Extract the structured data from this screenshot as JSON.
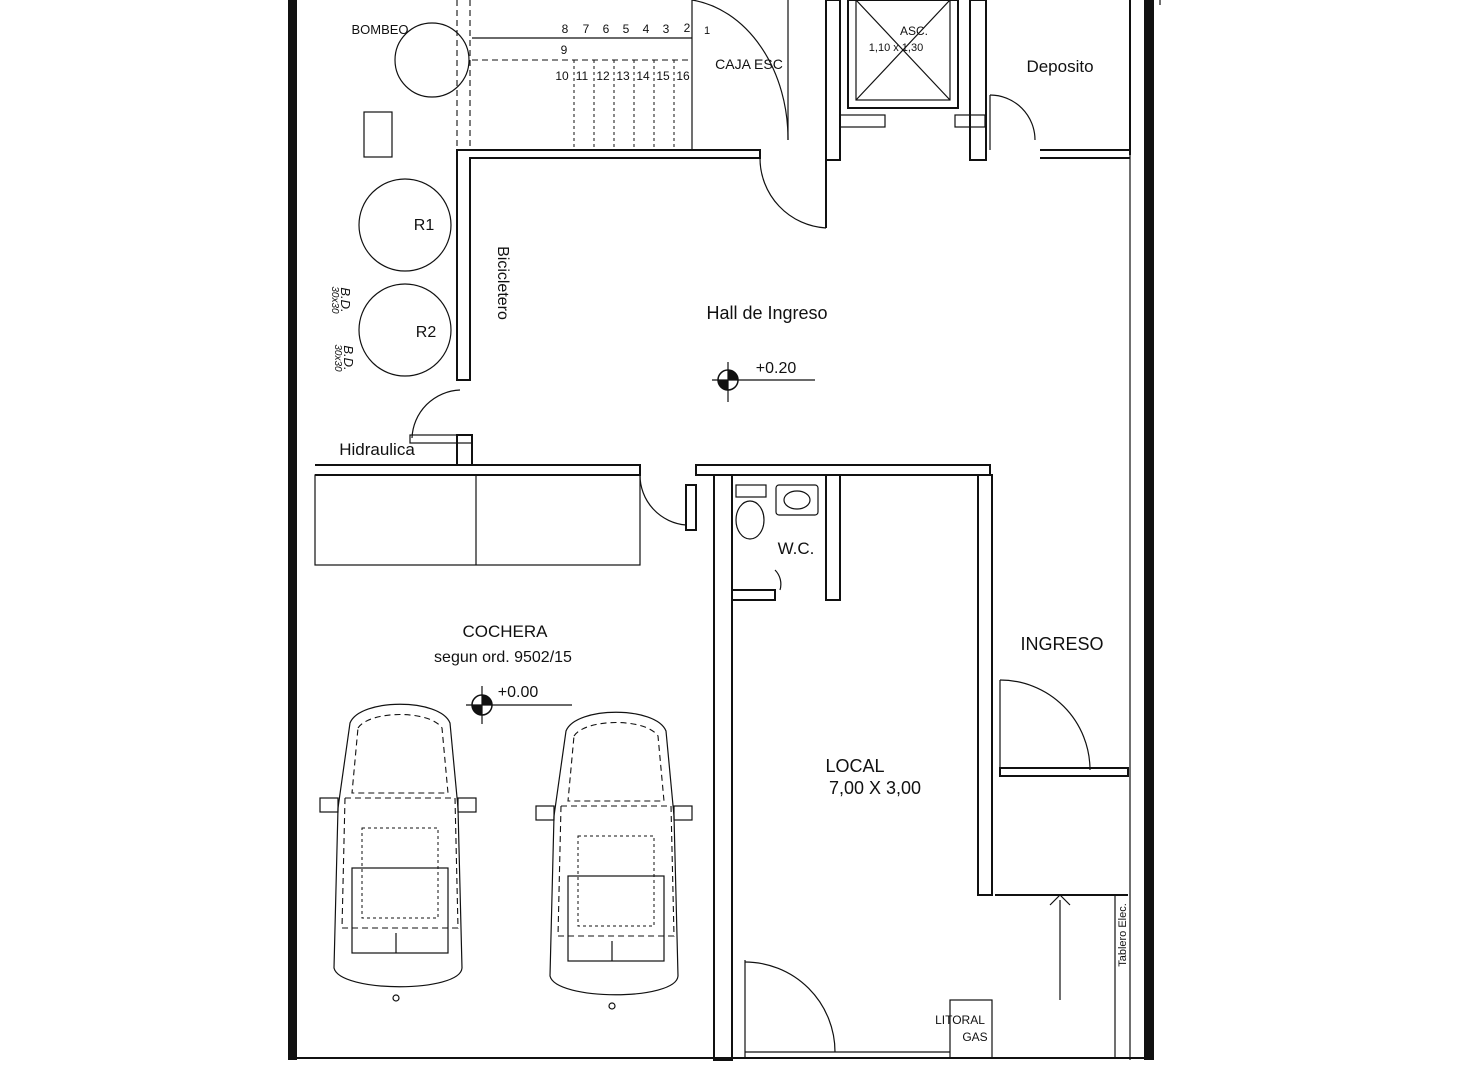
{
  "rooms": {
    "bombeo": "BOMBEO",
    "caja_esc": "CAJA ESC",
    "asc_title": "ASC.",
    "asc_size": "1,10 x 1,30",
    "deposito": "Deposito",
    "bicicletero": "Bicicletero",
    "hall": "Hall de Ingreso",
    "hidraulica": "Hidraulica",
    "wc": "W.C.",
    "ingreso": "INGRESO",
    "cochera": "COCHERA",
    "cochera_note": "segun ord. 9502/15",
    "local": "LOCAL",
    "local_size": "7,00 X 3,00",
    "tablero": "Tablero Elec.",
    "litoral": "LITORAL",
    "gas": "GAS"
  },
  "tanks": {
    "r1": "R1",
    "r2": "R2"
  },
  "bd_notes": {
    "a_size": "30x30",
    "a_code": "B.D.",
    "b_size": "30x30",
    "b_code": "B.D."
  },
  "levels": {
    "hall_level": "+0.20",
    "cochera_level": "+0.00"
  },
  "stair_steps": {
    "top": [
      "8",
      "7",
      "6",
      "5",
      "4",
      "3",
      "2",
      "1"
    ],
    "mid": "9",
    "bottom": [
      "10",
      "11",
      "12",
      "13",
      "14",
      "15",
      "16"
    ]
  }
}
